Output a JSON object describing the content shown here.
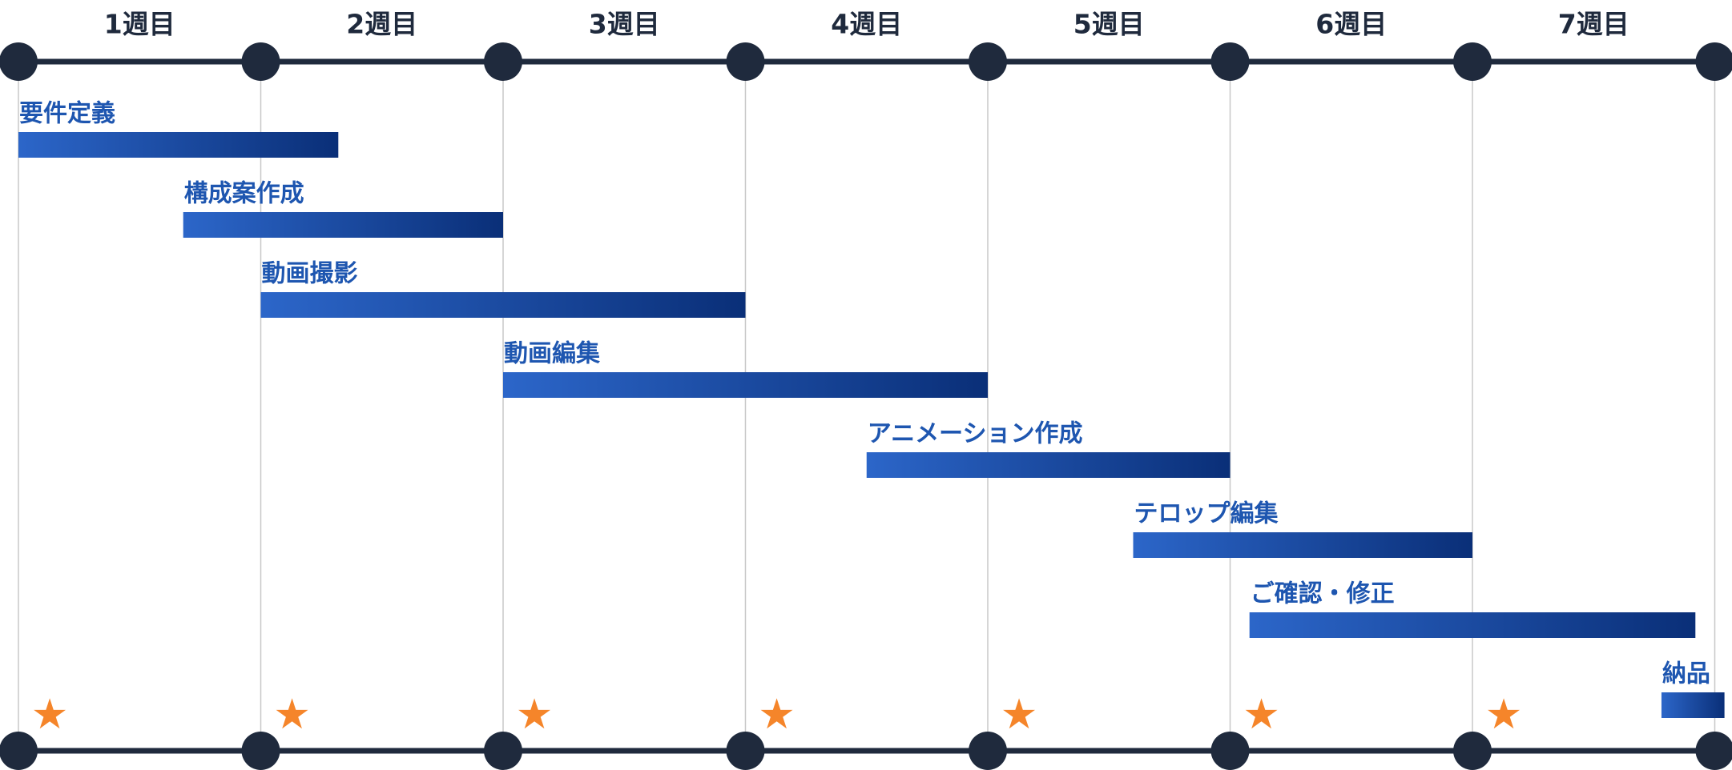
{
  "schedule": {
    "weeks": [
      "1週目",
      "2週目",
      "3週目",
      "4週目",
      "5週目",
      "6週目",
      "7週目"
    ],
    "tasks": [
      {
        "label": "要件定義",
        "start_week": 0.0,
        "end_week": 1.32
      },
      {
        "label": "構成案作成",
        "start_week": 0.68,
        "end_week": 2.0
      },
      {
        "label": "動画撮影",
        "start_week": 1.0,
        "end_week": 3.0
      },
      {
        "label": "動画編集",
        "start_week": 2.0,
        "end_week": 4.0
      },
      {
        "label": "アニメーション作成",
        "start_week": 3.5,
        "end_week": 5.0
      },
      {
        "label": "テロップ編集",
        "start_week": 4.6,
        "end_week": 6.0
      },
      {
        "label": "ご確認・修正",
        "start_week": 5.08,
        "end_week": 6.92
      },
      {
        "label": "納品",
        "start_week": 6.78,
        "end_week": 7.04
      }
    ],
    "milestone_icon": "star-icon",
    "milestone_count": 7
  },
  "colors": {
    "timeline": "#1f2a3d",
    "grid": "#c8c8c8",
    "label": "#1e56b0",
    "bar_start": "#2c66c9",
    "bar_end": "#0a2f78",
    "star": "#f5852a",
    "week_text": "#1f2a3d"
  }
}
